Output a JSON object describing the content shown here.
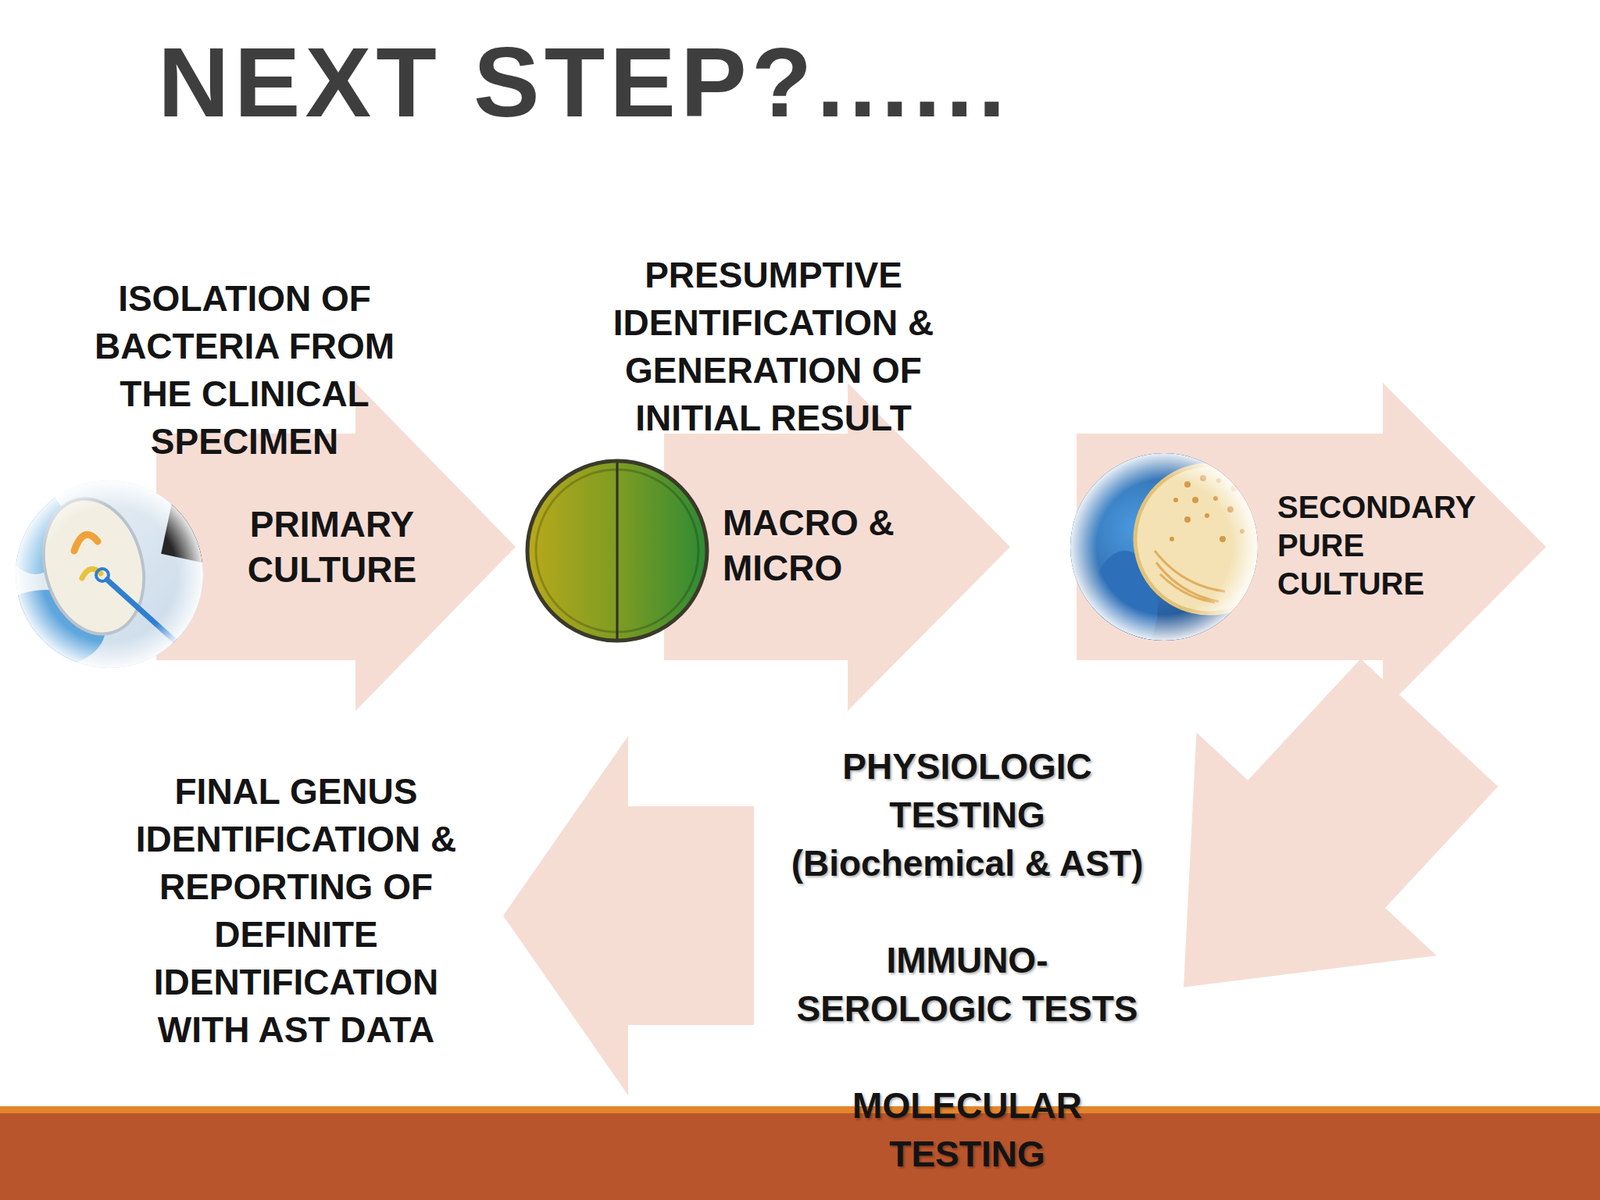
{
  "diagram": {
    "title": "NEXT STEP?......",
    "nodes": [
      {
        "text": [
          "ISOLATION OF BACTERIA FROM THE CLINICAL SPECIMEN",
          "PRIMARY CULTURE"
        ]
      },
      {
        "text": [
          "PRESUMPTIVE IDENTIFICATION & GENERATION OF INITIAL RESULT",
          "MACRO & MICRO"
        ]
      },
      {
        "text": [
          "SECONDARY PURE CULTURE"
        ]
      },
      {
        "text": [
          "PHYSIOLOGIC TESTING (Biochemical & AST)",
          "IMMUNO- SEROLOGIC TESTS",
          "MOLECULAR TESTING"
        ]
      },
      {
        "text": [
          "FINAL GENUS IDENTIFICATION & REPORTING OF DEFINITE IDENTIFICATION WITH AST DATA"
        ]
      }
    ],
    "edges": [
      {
        "from": 2,
        "to": 3,
        "arrow": "to"
      },
      {
        "from": 3,
        "to": 4,
        "arrow": "to"
      }
    ]
  }
}
